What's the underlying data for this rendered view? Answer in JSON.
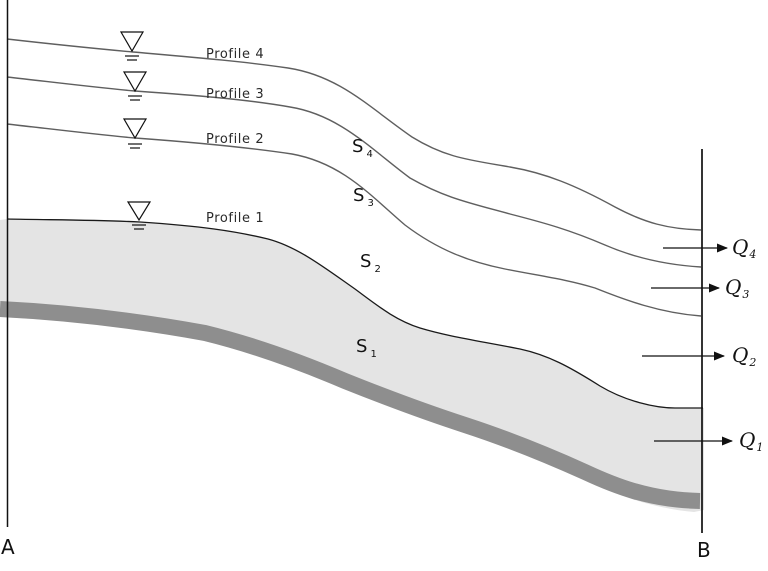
{
  "diagram": {
    "title": "groundwater-profile-cross-section",
    "endpoints": {
      "left": "A",
      "right": "B"
    },
    "profiles": [
      {
        "label": "Profile 4"
      },
      {
        "label": "Profile 3"
      },
      {
        "label": "Profile 2"
      },
      {
        "label": "Profile 1"
      }
    ],
    "regions": [
      {
        "main": "S",
        "sub": "4"
      },
      {
        "main": "S",
        "sub": "3"
      },
      {
        "main": "S",
        "sub": "2"
      },
      {
        "main": "S",
        "sub": "1"
      }
    ],
    "discharges": [
      {
        "main": "Q",
        "sub": "4"
      },
      {
        "main": "Q",
        "sub": "3"
      },
      {
        "main": "Q",
        "sub": "2"
      },
      {
        "main": "Q",
        "sub": "1"
      }
    ],
    "icons": {
      "water_table": "water-table-icon"
    },
    "colors": {
      "aquifer_fill": "#e4e4e4",
      "aquifer_base": "#8e8e8e",
      "upper_curve": "#5f5f5f",
      "ink": "#1a1a1a"
    }
  }
}
